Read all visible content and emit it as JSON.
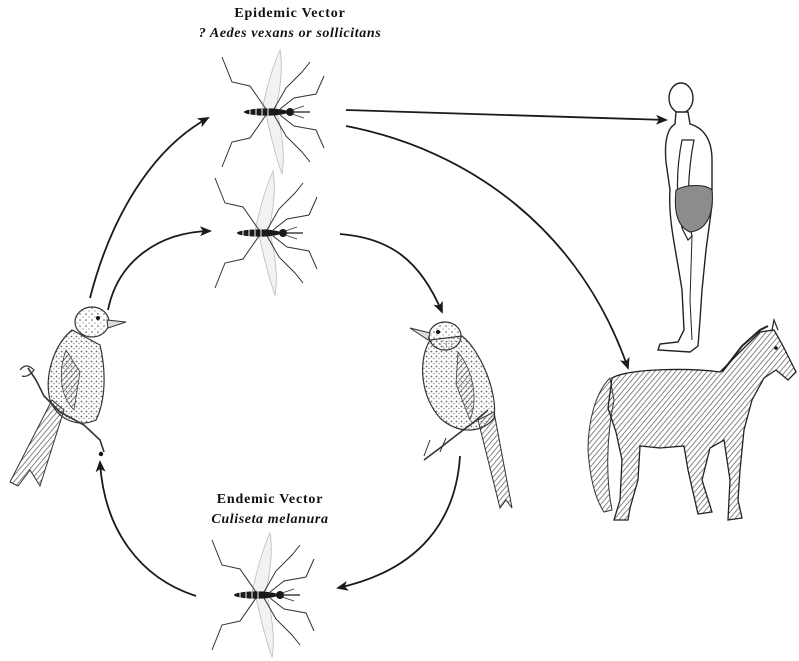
{
  "epidemic_vector": {
    "title": "Epidemic Vector",
    "species": "? Aedes vexans or sollicitans"
  },
  "endemic_vector": {
    "title": "Endemic Vector",
    "species": "Culiseta melanura"
  },
  "nodes": [
    "mosquito-icon",
    "bird-icon",
    "human-figure-icon",
    "horse-icon"
  ],
  "ink_color": "#1a1a1a",
  "fill_color": "#8c8c8c"
}
